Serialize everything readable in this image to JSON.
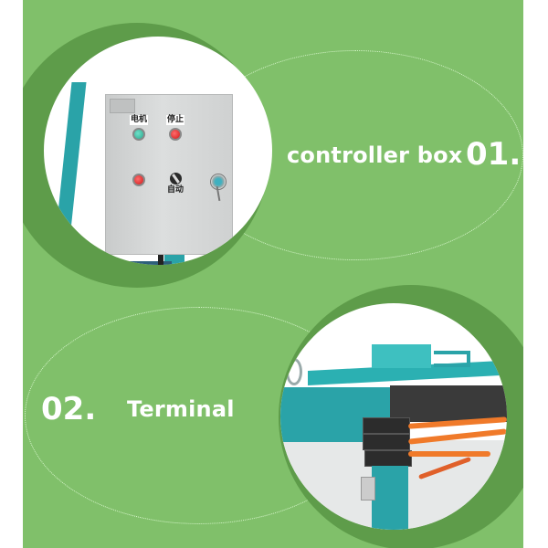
{
  "colors": {
    "background": "#ffffff",
    "panel_green": "#80c06a",
    "ring_green": "#5e9c4a",
    "text": "#ffffff",
    "machine_teal": "#2aa3a8",
    "cable_orange": "#f07a2a"
  },
  "sections": [
    {
      "number": "01.",
      "caption": "controller box",
      "photo": {
        "subject": "grey electrical controller box mounted on teal frame",
        "panel_labels": [
          "电机",
          "停止",
          "自动"
        ],
        "indicators": [
          "green-button",
          "red-button",
          "red-button",
          "selector-switch",
          "key-lock"
        ]
      }
    },
    {
      "number": "02.",
      "caption": "Terminal",
      "photo": {
        "subject": "teal machine frame with terminal blocks and orange cables"
      }
    }
  ]
}
